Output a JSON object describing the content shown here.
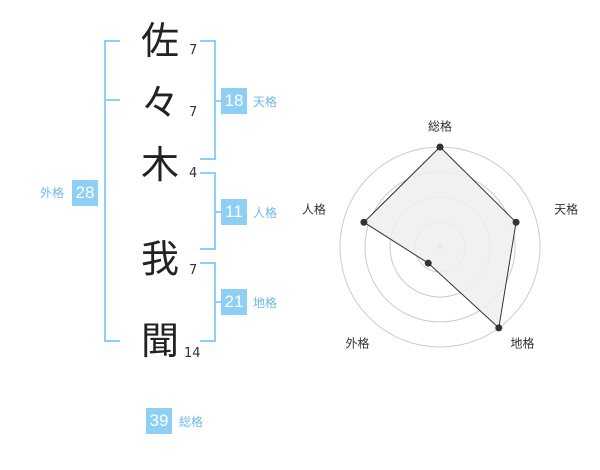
{
  "name": {
    "chars": [
      {
        "char": "佐",
        "strokes": "7"
      },
      {
        "char": "々",
        "strokes": "7"
      },
      {
        "char": "木",
        "strokes": "4"
      },
      {
        "char": "我",
        "strokes": "7"
      },
      {
        "char": "聞",
        "strokes": "14"
      }
    ]
  },
  "groups": {
    "tenkaku": {
      "value": "18",
      "label": "天格"
    },
    "jinkaku": {
      "value": "11",
      "label": "人格"
    },
    "chikaku": {
      "value": "21",
      "label": "地格"
    },
    "gaikaku": {
      "value": "28",
      "label": "外格"
    },
    "soukaku": {
      "value": "39",
      "label": "総格"
    }
  },
  "colors": {
    "accent": "#8ecff5",
    "label": "#6db8e6",
    "text": "#222222",
    "ring": "#cccccc",
    "fill": "#eeeeee",
    "stroke": "#333333"
  },
  "chart_data": {
    "type": "radar",
    "axes": [
      "総格",
      "天格",
      "地格",
      "外格",
      "人格"
    ],
    "values": [
      5,
      4,
      5,
      1,
      4
    ],
    "rmax": 5,
    "rings": 4,
    "grid": true
  }
}
